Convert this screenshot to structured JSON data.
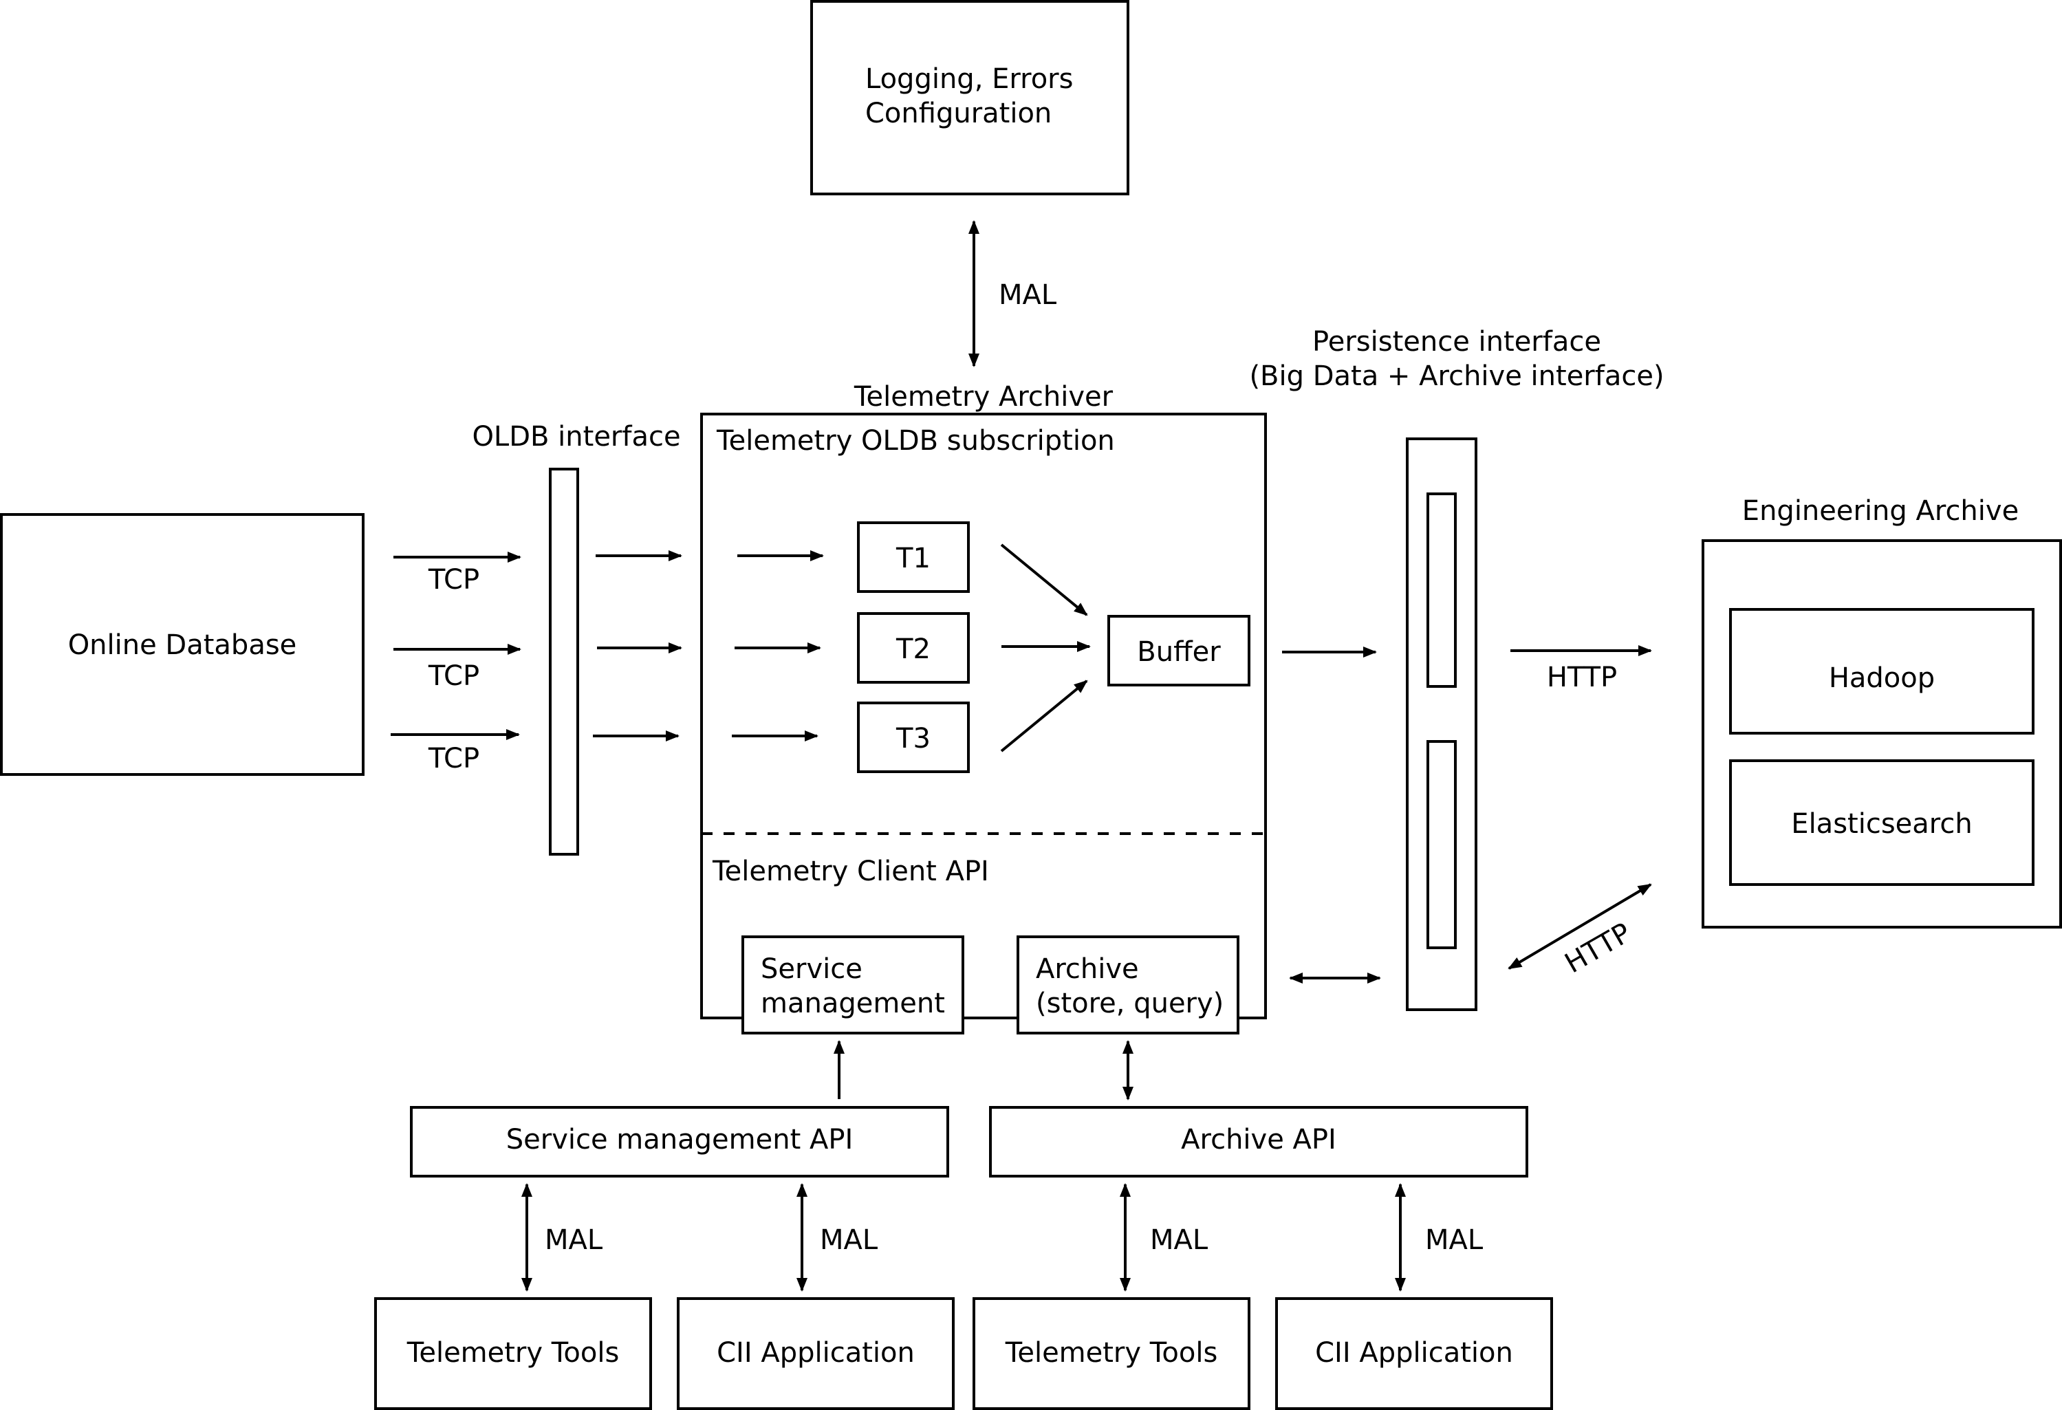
{
  "logging": {
    "line1": "Logging, Errors",
    "line2": "Configuration"
  },
  "mal_top": "MAL",
  "telemetry_archiver": {
    "title": "Telemetry Archiver",
    "oldb_subscription": "Telemetry OLDB subscription",
    "threads": [
      "T1",
      "T2",
      "T3"
    ],
    "buffer": "Buffer",
    "client_api": "Telemetry Client API",
    "service_management": {
      "line1": "Service",
      "line2": "management"
    },
    "archive": {
      "line1": "Archive",
      "line2": "(store, query)"
    }
  },
  "oldb_interface": "OLDB interface",
  "online_database": "Online Database",
  "tcp_labels": [
    "TCP",
    "TCP",
    "TCP"
  ],
  "persistence": {
    "line1": "Persistence interface",
    "line2": "(Big Data + Archive interface)"
  },
  "http_labels": [
    "HTTP",
    "HTTP"
  ],
  "engineering_archive": {
    "title": "Engineering Archive",
    "items": [
      "Hadoop",
      "Elasticsearch"
    ]
  },
  "apis": {
    "service_management_api": "Service management API",
    "archive_api": "Archive API"
  },
  "mal_bottom": [
    "MAL",
    "MAL",
    "MAL",
    "MAL"
  ],
  "clients": [
    "Telemetry Tools",
    "CII Application",
    "Telemetry Tools",
    "CII Application"
  ]
}
